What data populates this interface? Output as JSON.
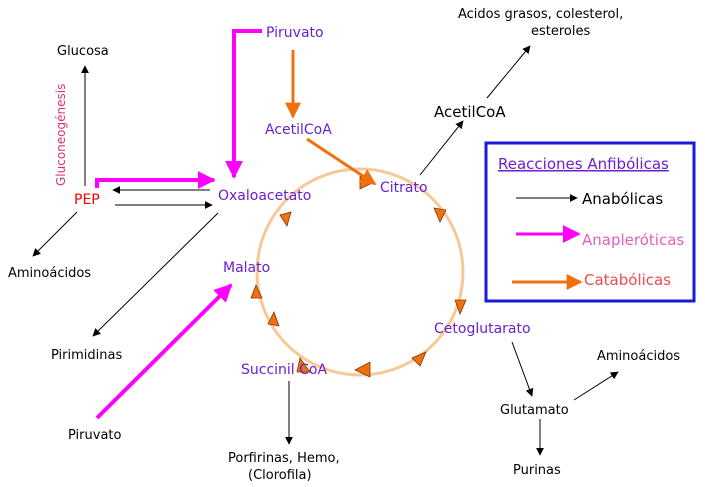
{
  "diagram": {
    "metabolites": {
      "piruvato_top": "Piruvato",
      "acetilcoa_cycle": "AcetilCoA",
      "citrato": "Citrato",
      "oxaloacetato": "Oxaloacetato",
      "malato": "Malato",
      "succinil_coa": "Succinil CoA",
      "cetoglutarato": "Cetoglutarato"
    },
    "side_nodes": {
      "glucosa": "Glucosa",
      "gluconeogenesis": "Gluconeogénesis",
      "pep": "PEP",
      "aminoacidos_left": "Aminoácidos",
      "pirimidinas": "Pirimidinas",
      "piruvato_bottom": "Piruvato",
      "acetilcoa_right": "AcetilCoA",
      "acidos_grasos_line1": "Acidos grasos, colesterol,",
      "acidos_grasos_line2": "esteroles",
      "porfirinas_line1": "Porfirinas, Hemo,",
      "porfirinas_line2": "(Clorofila)",
      "glutamato": "Glutamato",
      "aminoacidos_right": "Aminoácidos",
      "purinas": "Purinas"
    },
    "legend": {
      "title": "Reacciones Anfibólicas",
      "anabolicas": "Anabólicas",
      "anapleroticas": "Anapleróticas",
      "catabolicas": "Catabólicas"
    },
    "colors": {
      "anabolic": "#000000",
      "anaplerotic": "#ff00ff",
      "catabolic": "#f07010",
      "cycle_ring": "#f8c898",
      "cycle_arrowheads": "#f07010",
      "metabolite_text": "#6a1fd0",
      "legend_border": "#1a1ad8"
    }
  }
}
